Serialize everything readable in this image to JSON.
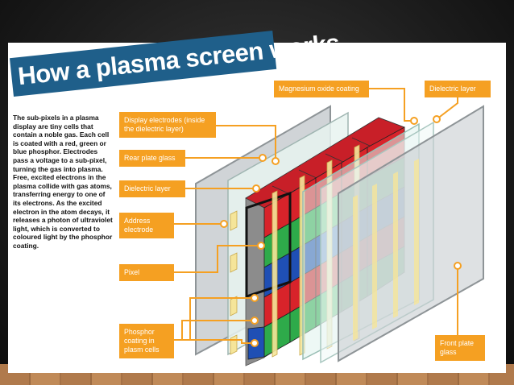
{
  "title": "How a plasma screen works",
  "description": "The sub-pixels in a plasma display are tiny cells that contain a noble gas. Each cell is coated with a red, green or blue phosphor. Electrodes pass a voltage to a sub-pixel, turning the gas into plasma. Free, excited electrons in the plasma collide with gas atoms, transferring energy to one of its electrons. As the excited electron in the atom decays, it releases a photon of ultraviolet light, which is converted to coloured light by the phosphor coating.",
  "labels": {
    "display_electrodes": "Display electrodes (inside the dielectric layer)",
    "rear_plate_glass": "Rear plate glass",
    "dielectric_layer_left": "Dielectric layer",
    "address_electrode": "Address electrode",
    "pixel": "Pixel",
    "phosphor_coating": "Phosphor coating in plasm cells",
    "magnesium_oxide": "Magnesium oxide coating",
    "dielectric_layer_right": "Dielectric layer",
    "front_plate_glass": "Front plate glass"
  },
  "colors": {
    "accent": "#f5a022",
    "title_bar": "#1f5f8a",
    "phosphor_red": "#d8232a",
    "phosphor_green": "#2eaa4a",
    "phosphor_blue": "#1f4fb4",
    "glass": "#c8cdd0"
  }
}
